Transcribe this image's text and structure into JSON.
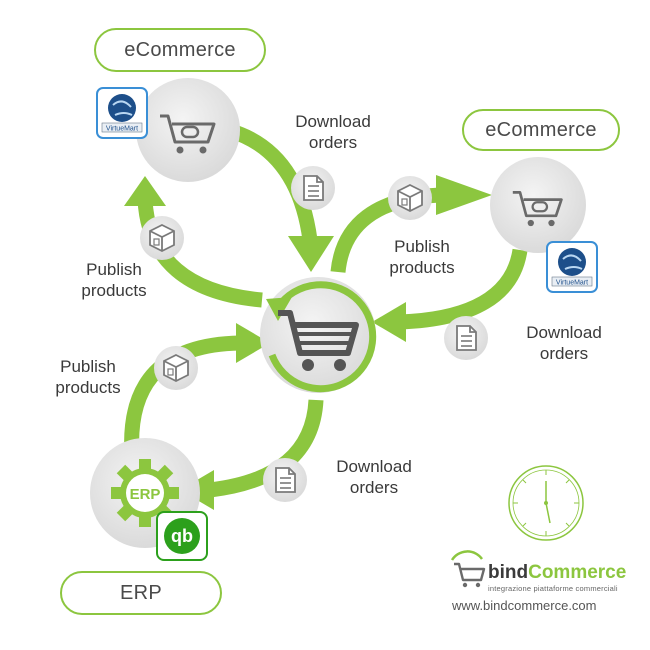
{
  "nodes": {
    "ecommerce_top": {
      "label": "eCommerce",
      "platform_badge": "VirtueMart"
    },
    "ecommerce_right": {
      "label": "eCommerce",
      "platform_badge": "VirtueMart"
    },
    "erp": {
      "label": "ERP",
      "icon_text": "ERP",
      "platform_badge": "qb"
    }
  },
  "flows": {
    "top_download": {
      "line1": "Download",
      "line2": "orders"
    },
    "top_publish": {
      "line1": "Publish",
      "line2": "products"
    },
    "right_publish": {
      "line1": "Publish",
      "line2": "products"
    },
    "right_download": {
      "line1": "Download",
      "line2": "orders"
    },
    "erp_publish": {
      "line1": "Publish",
      "line2": "products"
    },
    "erp_download": {
      "line1": "Download",
      "line2": "orders"
    }
  },
  "brand": {
    "name_part1": "bind",
    "name_part2": "Commerce",
    "tagline": "integrazione piattaforme commerciali",
    "website": "www.bindcommerce.com"
  },
  "colors": {
    "accent": "#8cc63f",
    "accent_dark": "#6aa32a",
    "circle_fill": "#e6e6e6",
    "icon_gray": "#5a5a5a"
  }
}
